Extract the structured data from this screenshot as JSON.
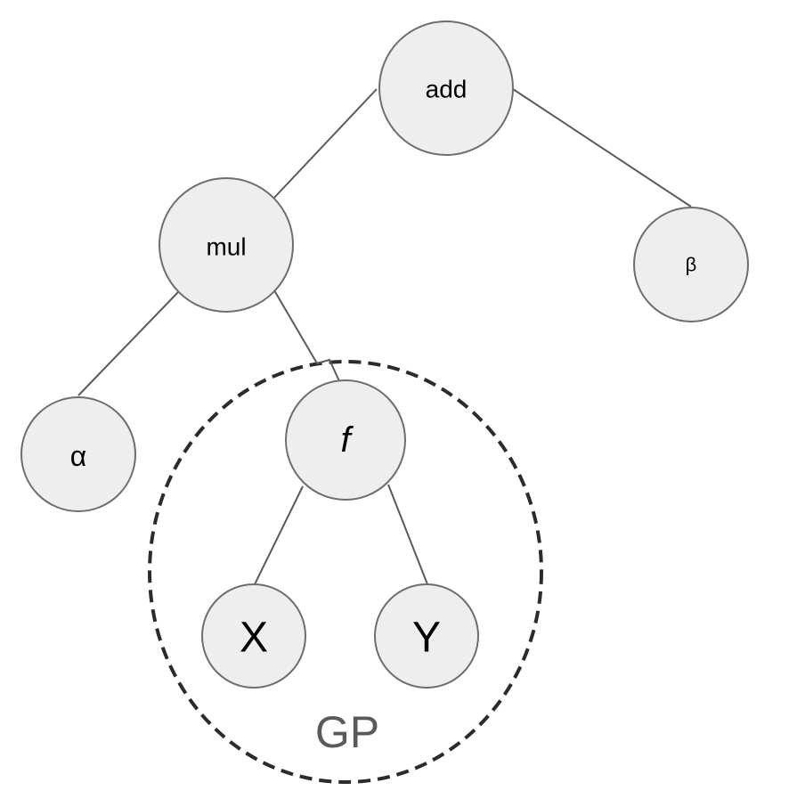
{
  "diagram": {
    "nodes": {
      "add": {
        "label": "add"
      },
      "mul": {
        "label": "mul"
      },
      "beta": {
        "label": "β"
      },
      "alpha": {
        "label": "α"
      },
      "f": {
        "label": "f"
      },
      "x": {
        "label": "X"
      },
      "y": {
        "label": "Y"
      }
    },
    "group": {
      "label": "GP"
    },
    "edges": [
      {
        "from": "add",
        "to": "mul"
      },
      {
        "from": "add",
        "to": "beta"
      },
      {
        "from": "mul",
        "to": "alpha"
      },
      {
        "from": "mul",
        "to": "f"
      },
      {
        "from": "f",
        "to": "x"
      },
      {
        "from": "f",
        "to": "y"
      }
    ],
    "colors": {
      "node_fill": "#eeeeee",
      "node_stroke": "#6e6e6e",
      "edge": "#5a5a5a",
      "group_stroke": "#2b2b2b",
      "group_label": "#5a5a5a"
    }
  }
}
